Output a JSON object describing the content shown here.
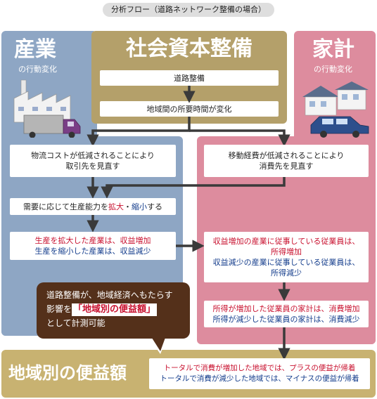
{
  "topic": "分析フロー（道路ネットワーク整備の場合）",
  "industry": {
    "title": "産業",
    "subtitle": "の行動変化"
  },
  "center": {
    "title": "社会資本整備",
    "step1": "道路整備",
    "step2": "地域間の所要時間が変化"
  },
  "household": {
    "title": "家計",
    "subtitle": "の行動変化"
  },
  "industry_flow": {
    "box1_line1": "物流コストが低減されることにより",
    "box1_line2": "取引先を見直す",
    "box2_pre": "需要に応じて生産能力を",
    "box2_expand": "拡大",
    "box2_dot": "・",
    "box2_shrink": "縮小",
    "box2_post": "する",
    "box3_line1": "生産を拡大した産業は、収益増加",
    "box3_line2": "生産を縮小した産業は、収益減少"
  },
  "household_flow": {
    "box1_line1": "移動経費が低減されることにより",
    "box1_line2": "消費先を見直す",
    "box2_line1": "収益増加の産業に従事している従業員は、",
    "box2_line2": "所得増加",
    "box2_line3": "収益減少の産業に従事している従業員は、",
    "box2_line4": "所得減少",
    "box3_line1": "所得が増加した従業員の家計は、消費増加",
    "box3_line2": "所得が減少した従業員の家計は、消費減少"
  },
  "callout": {
    "line1": "道路整備が、地域経済へもたらす",
    "line2_pre": "影響を",
    "highlight": "「地域別の便益額」",
    "line3": "として計測可能"
  },
  "result": {
    "title": "地域別の便益額",
    "line1": "トータルで消費が増加した地域では、プラスの便益が帰着",
    "line2": "トータルで消費が減少した地域では、マイナスの便益が帰着"
  },
  "colors": {
    "industry": "#8ea6c4",
    "household": "#dd8c9e",
    "center": "#b4a06a",
    "result": "#c8b271",
    "callout": "#54301a",
    "increase_text": "#c8102e",
    "decrease_text": "#143d8c"
  }
}
